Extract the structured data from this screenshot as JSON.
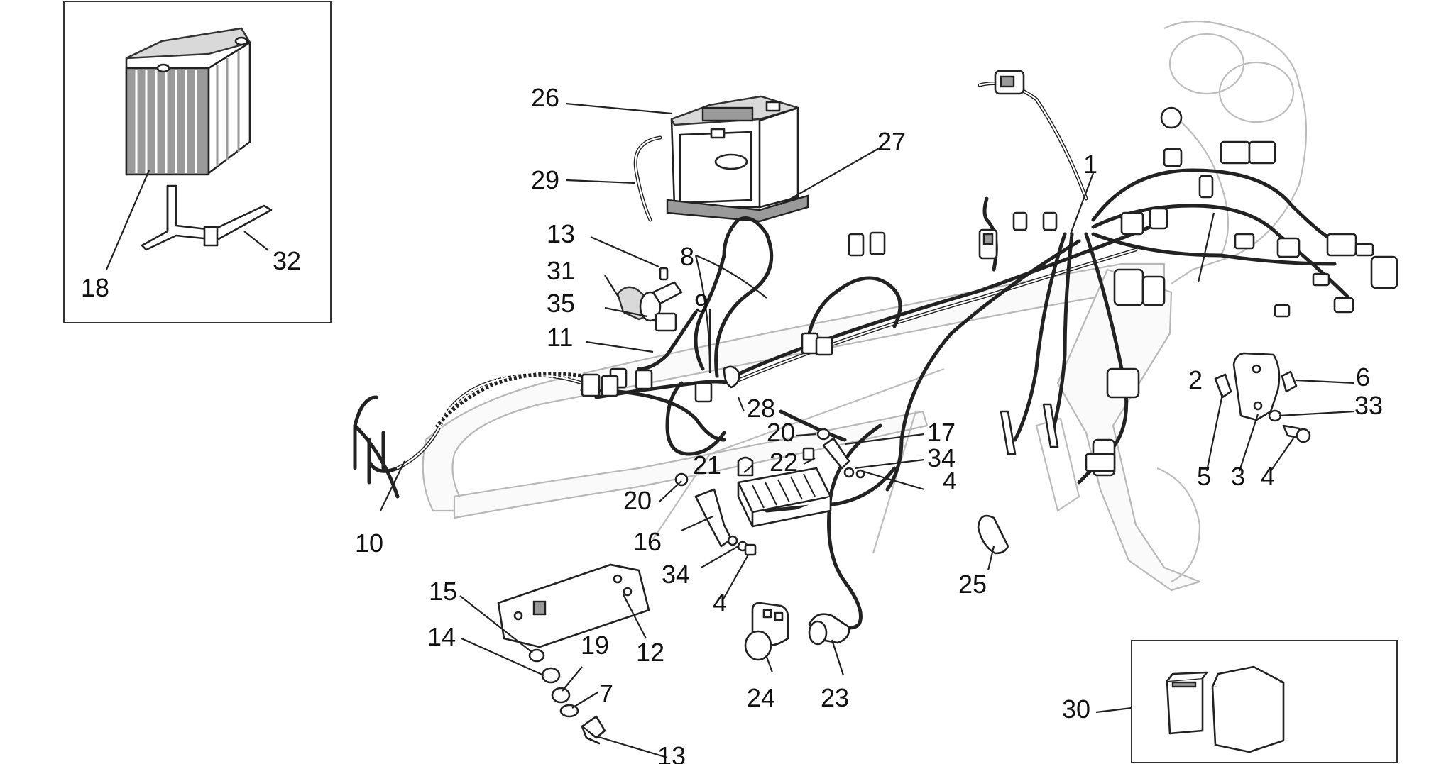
{
  "callouts": [
    "1",
    "2",
    "3",
    "4",
    "5",
    "6",
    "7",
    "8",
    "9",
    "10",
    "11",
    "12",
    "13",
    "14",
    "15",
    "16",
    "17",
    "18",
    "19",
    "20",
    "21",
    "22",
    "23",
    "24",
    "25",
    "26",
    "27",
    "28",
    "29",
    "30",
    "31",
    "32",
    "33",
    "34",
    "35"
  ]
}
